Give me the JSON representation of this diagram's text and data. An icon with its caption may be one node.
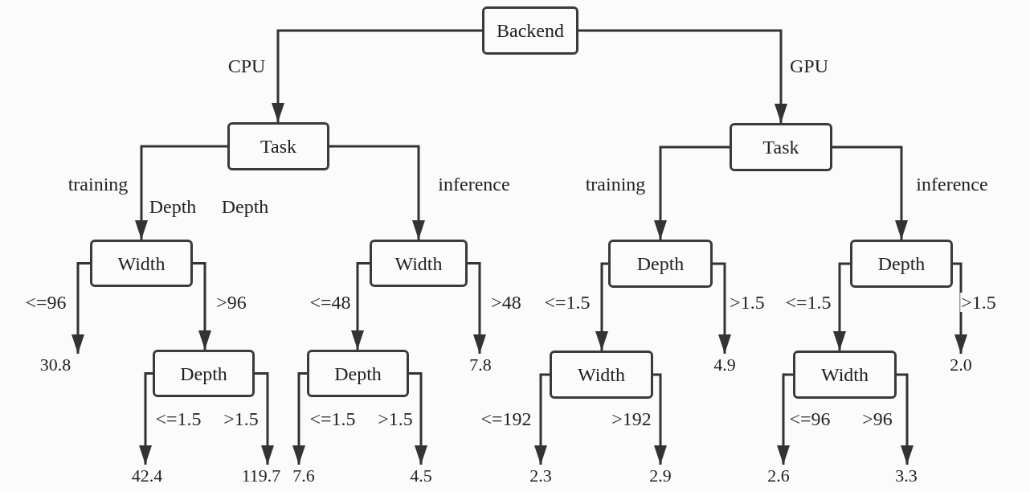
{
  "diagram": {
    "nodes": [
      {
        "text": [
          "Backend"
        ]
      },
      {
        "text": [
          "Task"
        ]
      },
      {
        "text": [
          "Task"
        ]
      },
      {
        "text": [
          "Width"
        ]
      },
      {
        "text": [
          "Width"
        ]
      },
      {
        "text": [
          "Depth"
        ]
      },
      {
        "text": [
          "Depth"
        ]
      },
      {
        "text": [
          "30.8"
        ]
      },
      {
        "text": [
          "Depth"
        ]
      },
      {
        "text": [
          "Depth"
        ]
      },
      {
        "text": [
          "7.8"
        ]
      },
      {
        "text": [
          "Width"
        ]
      },
      {
        "text": [
          "4.9"
        ]
      },
      {
        "text": [
          "Width"
        ]
      },
      {
        "text": [
          "2.0"
        ]
      },
      {
        "text": [
          "42.4"
        ]
      },
      {
        "text": [
          "119.7"
        ]
      },
      {
        "text": [
          "7.6"
        ]
      },
      {
        "text": [
          "4.5"
        ]
      },
      {
        "text": [
          "2.3"
        ]
      },
      {
        "text": [
          "2.9"
        ]
      },
      {
        "text": [
          "2.6"
        ]
      },
      {
        "text": [
          "3.3"
        ]
      }
    ],
    "edges": [
      {
        "from": 0,
        "to": 1,
        "arrow": "to",
        "label": "CPU"
      },
      {
        "from": 0,
        "to": 2,
        "arrow": "to",
        "label": "GPU"
      },
      {
        "from": 1,
        "to": 3,
        "arrow": "to",
        "label": "training"
      },
      {
        "from": 1,
        "to": 4,
        "arrow": "to",
        "label": "inference"
      },
      {
        "from": 2,
        "to": 5,
        "arrow": "to",
        "label": "training"
      },
      {
        "from": 2,
        "to": 6,
        "arrow": "to",
        "label": "inference"
      },
      {
        "from": 3,
        "to": 7,
        "arrow": "to",
        "label": "<=96"
      },
      {
        "from": 3,
        "to": 8,
        "arrow": "to",
        "label": ">96"
      },
      {
        "from": 4,
        "to": 9,
        "arrow": "to",
        "label": "<=48"
      },
      {
        "from": 4,
        "to": 10,
        "arrow": "to",
        "label": ">48"
      },
      {
        "from": 5,
        "to": 11,
        "arrow": "to",
        "label": "<=1.5"
      },
      {
        "from": 5,
        "to": 12,
        "arrow": "to",
        "label": ">1.5"
      },
      {
        "from": 6,
        "to": 13,
        "arrow": "to",
        "label": "<=1.5"
      },
      {
        "from": 6,
        "to": 14,
        "arrow": "to",
        "label": ">1.5"
      },
      {
        "from": 8,
        "to": 15,
        "arrow": "to",
        "label": "<=1.5"
      },
      {
        "from": 8,
        "to": 16,
        "arrow": "to",
        "label": ">1.5"
      },
      {
        "from": 9,
        "to": 17,
        "arrow": "to",
        "label": "<=1.5"
      },
      {
        "from": 9,
        "to": 18,
        "arrow": "to",
        "label": ">1.5"
      },
      {
        "from": 11,
        "to": 19,
        "arrow": "to",
        "label": "<=192"
      },
      {
        "from": 11,
        "to": 20,
        "arrow": "to",
        "label": ">192"
      },
      {
        "from": 13,
        "to": 21,
        "arrow": "to",
        "label": "<=96"
      },
      {
        "from": 13,
        "to": 22,
        "arrow": "to",
        "label": ">96"
      }
    ],
    "labels": [
      "Depth",
      "Depth"
    ]
  }
}
